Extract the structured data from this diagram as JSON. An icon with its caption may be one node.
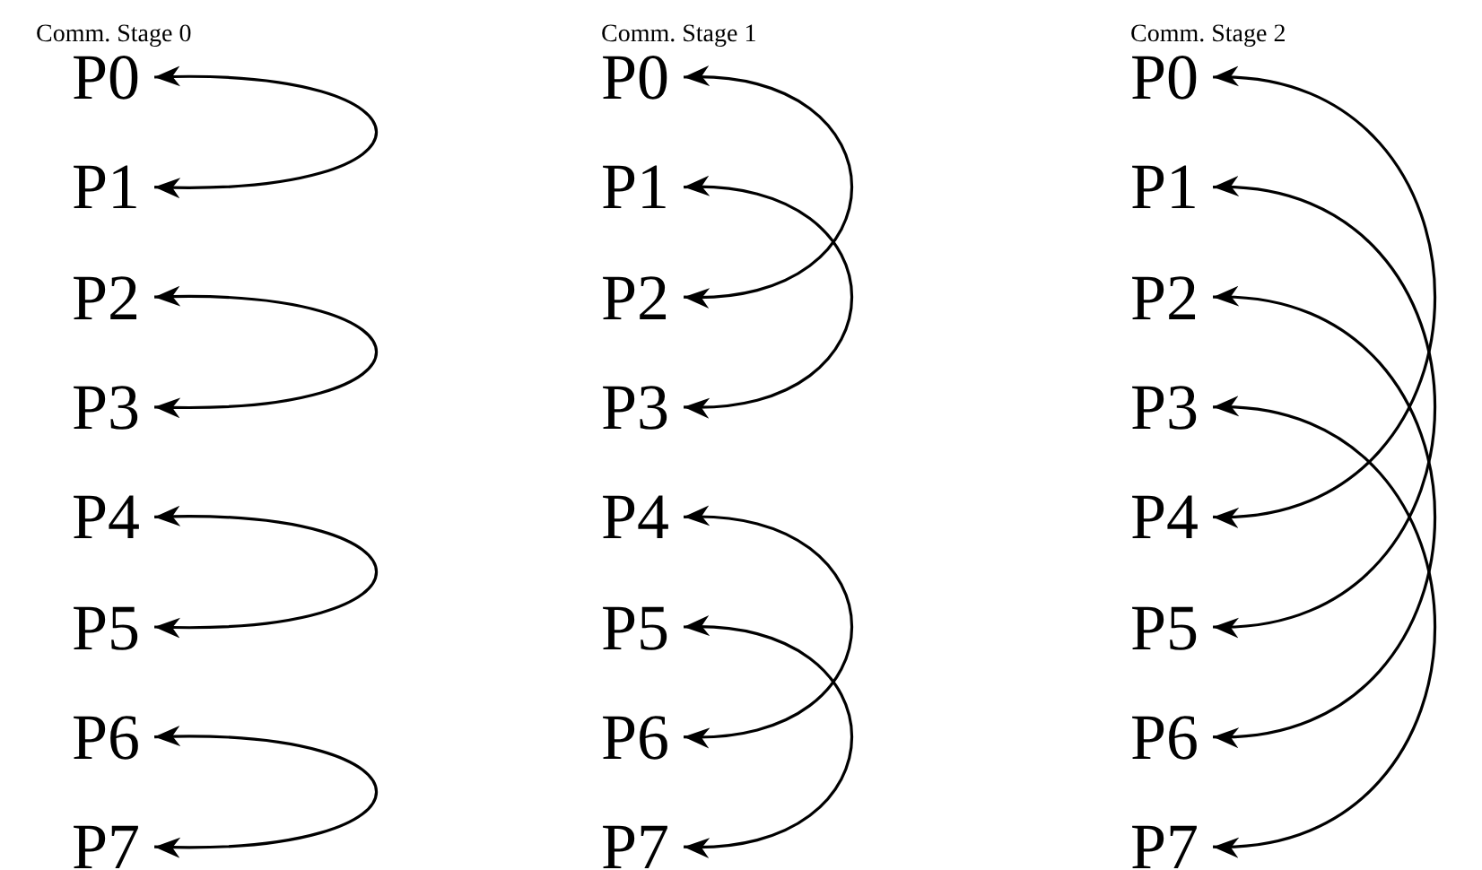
{
  "diagram": {
    "nodes": [
      {
        "text": [
          "P0"
        ]
      },
      {
        "text": [
          "P1"
        ]
      },
      {
        "text": [
          "P2"
        ]
      },
      {
        "text": [
          "P3"
        ]
      },
      {
        "text": [
          "P4"
        ]
      },
      {
        "text": [
          "P5"
        ]
      },
      {
        "text": [
          "P6"
        ]
      },
      {
        "text": [
          "P7"
        ]
      },
      {
        "text": [
          "P0"
        ]
      },
      {
        "text": [
          "P1"
        ]
      },
      {
        "text": [
          "P2"
        ]
      },
      {
        "text": [
          "P3"
        ]
      },
      {
        "text": [
          "P4"
        ]
      },
      {
        "text": [
          "P5"
        ]
      },
      {
        "text": [
          "P6"
        ]
      },
      {
        "text": [
          "P7"
        ]
      },
      {
        "text": [
          "P0"
        ]
      },
      {
        "text": [
          "P1"
        ]
      },
      {
        "text": [
          "P2"
        ]
      },
      {
        "text": [
          "P3"
        ]
      },
      {
        "text": [
          "P4"
        ]
      },
      {
        "text": [
          "P5"
        ]
      },
      {
        "text": [
          "P6"
        ]
      },
      {
        "text": [
          "P7"
        ]
      }
    ],
    "edges": [
      {
        "from": 0,
        "to": 1,
        "arrow": "both"
      },
      {
        "from": 2,
        "to": 3,
        "arrow": "both"
      },
      {
        "from": 4,
        "to": 5,
        "arrow": "both"
      },
      {
        "from": 6,
        "to": 7,
        "arrow": "both"
      },
      {
        "from": 8,
        "to": 10,
        "arrow": "both"
      },
      {
        "from": 9,
        "to": 11,
        "arrow": "both"
      },
      {
        "from": 12,
        "to": 14,
        "arrow": "both"
      },
      {
        "from": 13,
        "to": 15,
        "arrow": "both"
      },
      {
        "from": 16,
        "to": 20,
        "arrow": "both"
      },
      {
        "from": 17,
        "to": 21,
        "arrow": "both"
      },
      {
        "from": 18,
        "to": 22,
        "arrow": "both"
      },
      {
        "from": 19,
        "to": 23,
        "arrow": "both"
      }
    ],
    "labels": [
      "Comm. Stage 0",
      "Comm. Stage 1",
      "Comm. Stage 2"
    ]
  }
}
